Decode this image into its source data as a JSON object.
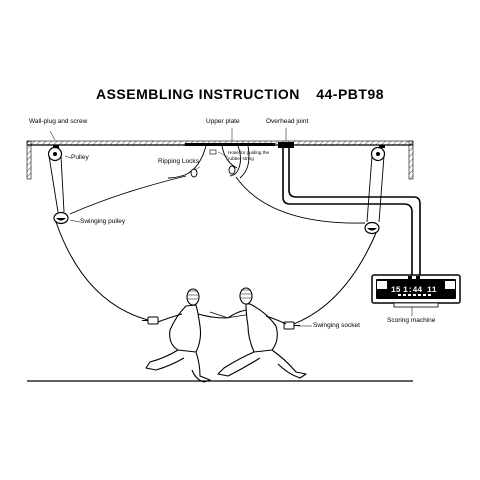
{
  "title": {
    "main": "ASSEMBLING INSTRUCTION",
    "model": "44-PBT98"
  },
  "labels": {
    "wall_plug": "Wall-plug and screw",
    "upper_plate": "Upper plate",
    "overhead_joint": "Overhead joint",
    "pulley": "Pulley",
    "ripping_locks": "Ripping Locks",
    "hose": "Hose for guiding the rubber string",
    "swinging_pulley": "Swinging pulley",
    "scoring_machine": "Scoring machine",
    "swinging_socket": "Swinging socket"
  },
  "scoring_display": {
    "left_score": "15",
    "time": "1:44",
    "right_score": "11"
  },
  "icons": [
    "wall-plug-icon",
    "pulley-icon",
    "swinging-pulley-icon",
    "fencer-icon",
    "scoring-machine-icon"
  ]
}
